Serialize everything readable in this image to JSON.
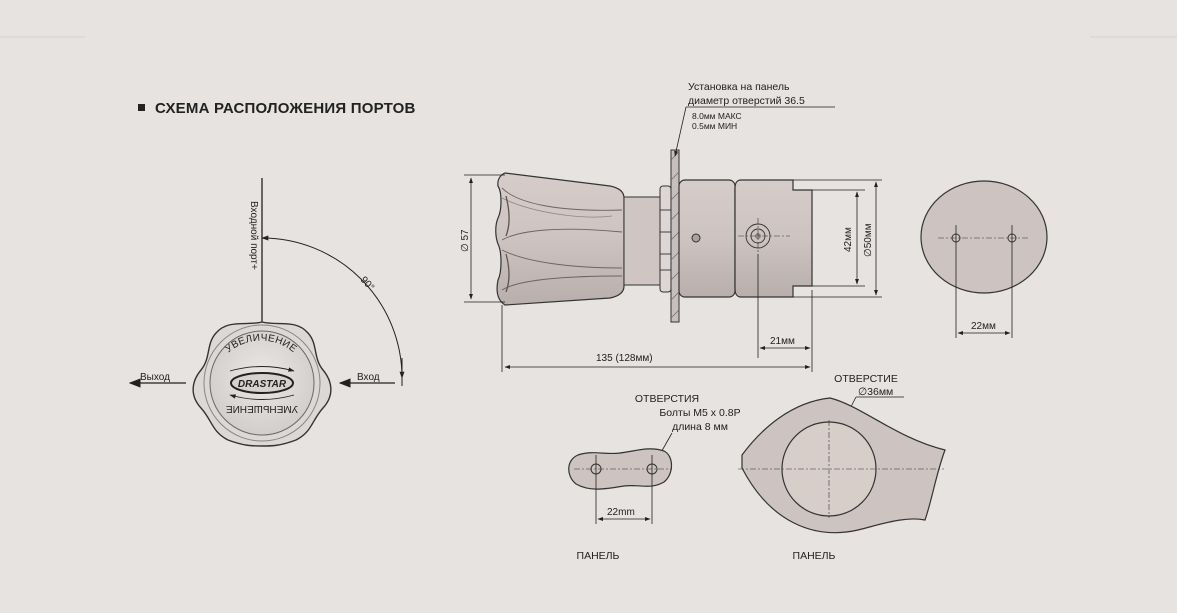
{
  "title": "СХЕМА РАСПОЛОЖЕНИЯ ПОРТОВ",
  "knob": {
    "inlet_port": "Входной порт+",
    "angle": "90°",
    "outlet": "Выход",
    "inlet": "Вход",
    "increase": "УВЕЛИЧЕНИЕ",
    "decrease": "УМЕНЬШЕНИЕ",
    "brand": "DRASTAR"
  },
  "side_view": {
    "panel_mount_1": "Установка на панель",
    "panel_mount_2": "диаметр отверстий 36.5",
    "max_thickness": "8.0мм МАКС",
    "min_thickness": "0.5мм МИН",
    "dia_57": "∅ 57",
    "dim_42": "42мм",
    "dia_50": "∅50мм",
    "dim_21": "21мм",
    "dim_total": "135 (128мм)"
  },
  "end_view": {
    "dim_22": "22мм"
  },
  "panel_small": {
    "holes_1": "ОТВЕРСТИЯ",
    "holes_2": "Болты М5 x 0.8P",
    "holes_3": "длина 8 мм",
    "dim_22": "22mm",
    "label": "ПАНЕЛЬ"
  },
  "panel_large": {
    "hole_1": "ОТВЕРСТИЕ",
    "hole_2": "∅36мм",
    "label": "ПАНЕЛЬ"
  }
}
